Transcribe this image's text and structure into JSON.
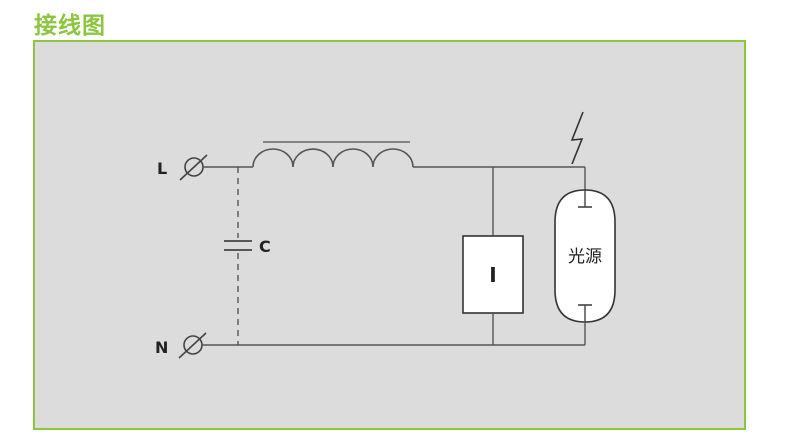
{
  "title": "接线图",
  "diagram": {
    "terminal_L": "L",
    "terminal_N": "N",
    "capacitor_label": "C",
    "ignitor_label": "I",
    "lamp_label": "光源"
  },
  "colors": {
    "accent": "#8cc63f",
    "panel_bg": "#dcdcdc",
    "line": "#555555"
  }
}
